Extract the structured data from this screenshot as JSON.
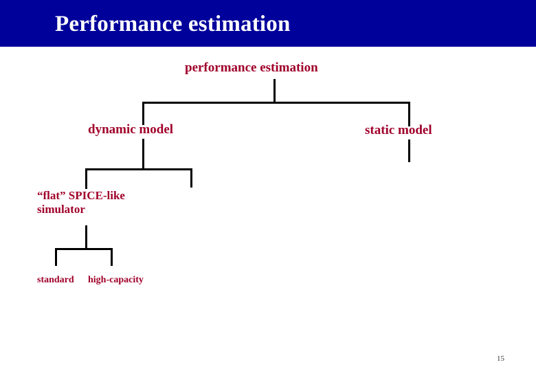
{
  "slide": {
    "title": "Performance estimation",
    "page_number": "15",
    "colors": {
      "title_bar": "#00009B",
      "title_text": "#FFFFFF",
      "node_text": "#A0002A",
      "connector": "#000000",
      "background": "#FFFFFF"
    }
  },
  "diagram": {
    "type": "tree",
    "nodes": [
      {
        "id": "root",
        "label": "performance estimation"
      },
      {
        "id": "dynamic",
        "label": "dynamic model"
      },
      {
        "id": "static",
        "label": "static model"
      },
      {
        "id": "flat",
        "label": "“flat” SPICE-like simulator"
      },
      {
        "id": "standard",
        "label": "standard"
      },
      {
        "id": "highcapacity",
        "label": "high-capacity"
      }
    ],
    "edges": [
      {
        "from": "root",
        "to": "dynamic"
      },
      {
        "from": "root",
        "to": "static"
      },
      {
        "from": "dynamic",
        "to": "flat"
      },
      {
        "from": "flat",
        "to": "standard"
      },
      {
        "from": "flat",
        "to": "highcapacity"
      }
    ]
  }
}
